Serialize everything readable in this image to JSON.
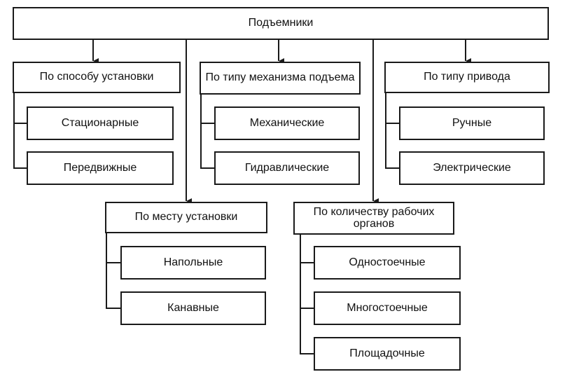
{
  "diagram": {
    "root": "Подъемники",
    "categories": [
      {
        "label": "По способу установки",
        "children": [
          "Стационарные",
          "Передвижные"
        ]
      },
      {
        "label": "По типу механизма подъема",
        "children": [
          "Механические",
          "Гидравлические"
        ]
      },
      {
        "label": "По типу привода",
        "children": [
          "Ручные",
          "Электрические"
        ]
      },
      {
        "label": "По месту установки",
        "children": [
          "Напольные",
          "Канавные"
        ]
      },
      {
        "label": "По количеству рабочих органов",
        "children": [
          "Одностоечные",
          "Многостоечные",
          "Площадочные"
        ]
      }
    ]
  }
}
